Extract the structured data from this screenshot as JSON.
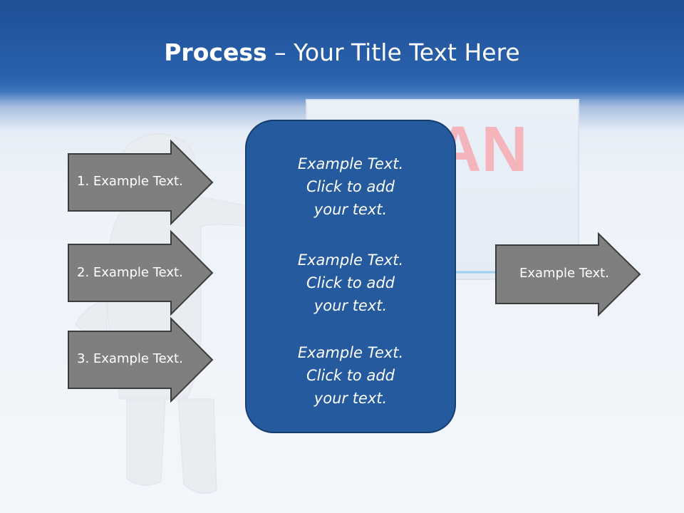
{
  "title": {
    "bold": "Process",
    "rest": " – Your Title Text Here"
  },
  "background": {
    "board_text": "PLAN"
  },
  "left_arrows": [
    {
      "label": "1. Example Text."
    },
    {
      "label": "2. Example Text."
    },
    {
      "label": "3. Example Text."
    }
  ],
  "center_box": {
    "blocks": [
      {
        "lines": [
          "Example Text.",
          "Click  to add",
          "your text."
        ]
      },
      {
        "lines": [
          "Example Text.",
          "Click  to add",
          "your text."
        ]
      },
      {
        "lines": [
          "Example Text.",
          "Click  to add",
          "your text."
        ]
      }
    ]
  },
  "right_arrow": {
    "label": "Example Text."
  },
  "colors": {
    "header_blue": "#2a62ad",
    "center_box_fill": "#255a9e",
    "arrow_fill": "#7f7f7f",
    "arrow_stroke": "#3c3c3c"
  }
}
